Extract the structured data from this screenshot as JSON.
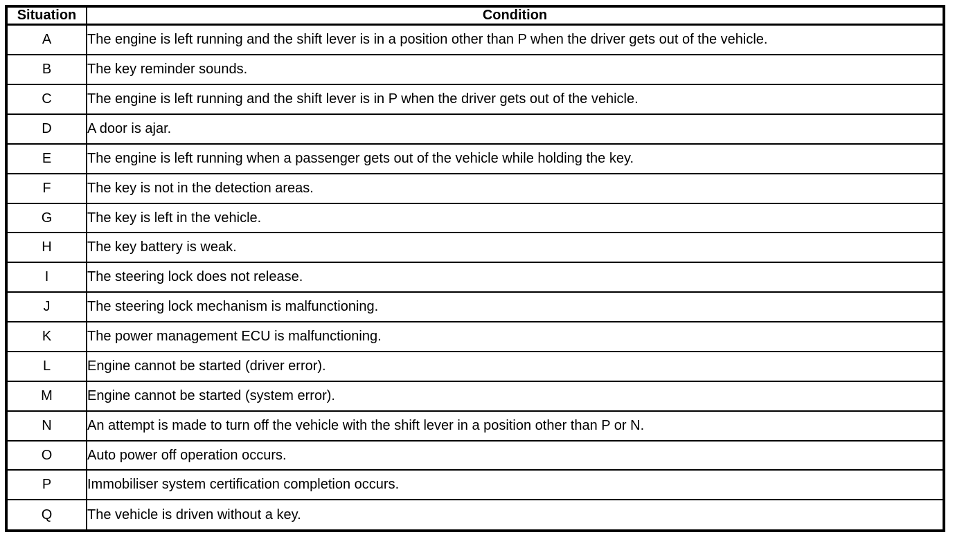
{
  "colors": {
    "border": "#000000",
    "text": "#000000",
    "background": "#ffffff"
  },
  "table": {
    "headers": {
      "situation": "Situation",
      "condition": "Condition"
    },
    "rows": [
      {
        "situation": "A",
        "condition": "The engine is left running and the shift lever is in a position other than P when the driver gets out of the vehicle."
      },
      {
        "situation": "B",
        "condition": "The key reminder sounds."
      },
      {
        "situation": "C",
        "condition": "The engine is left running and the shift lever is in P when the driver gets out of the vehicle."
      },
      {
        "situation": "D",
        "condition": "A door is ajar."
      },
      {
        "situation": "E",
        "condition": "The engine is left running when a passenger gets out of the vehicle while holding the key."
      },
      {
        "situation": "F",
        "condition": "The key is not in the detection areas."
      },
      {
        "situation": "G",
        "condition": "The key is left in the vehicle."
      },
      {
        "situation": "H",
        "condition": "The key battery is weak."
      },
      {
        "situation": "I",
        "condition": "The steering lock does not release."
      },
      {
        "situation": "J",
        "condition": "The steering lock mechanism is malfunctioning."
      },
      {
        "situation": "K",
        "condition": "The power management ECU is malfunctioning."
      },
      {
        "situation": "L",
        "condition": "Engine cannot be started (driver error)."
      },
      {
        "situation": "M",
        "condition": "Engine cannot be started (system error)."
      },
      {
        "situation": "N",
        "condition": "An attempt is made to turn off the vehicle with the shift lever in a position other than P or N."
      },
      {
        "situation": "O",
        "condition": "Auto power off operation occurs."
      },
      {
        "situation": "P",
        "condition": "Immobiliser system certification completion occurs."
      },
      {
        "situation": "Q",
        "condition": "The vehicle is driven without a key."
      }
    ]
  }
}
